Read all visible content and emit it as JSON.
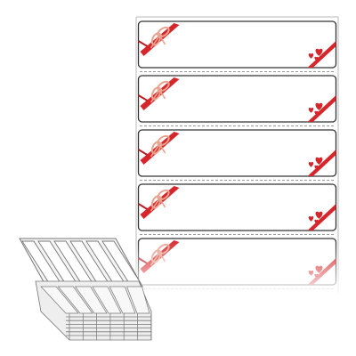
{
  "colors": {
    "ribbon": "#d7262b",
    "ribbon_dark": "#b91f24",
    "bow": "#e9a38f",
    "heart": "#d7262b",
    "label_border": "#333333",
    "backing_edge": "#b8b8b8",
    "perforation": "#9a9a9a",
    "stack_line": "#777777",
    "stack_fill": "#f4f4f4"
  },
  "labels": {
    "count": 5,
    "decoration": [
      "bow-ribbon-icon",
      "heart-ribbon-icon"
    ]
  },
  "stack": {
    "columns": 6,
    "sheets": 6
  }
}
